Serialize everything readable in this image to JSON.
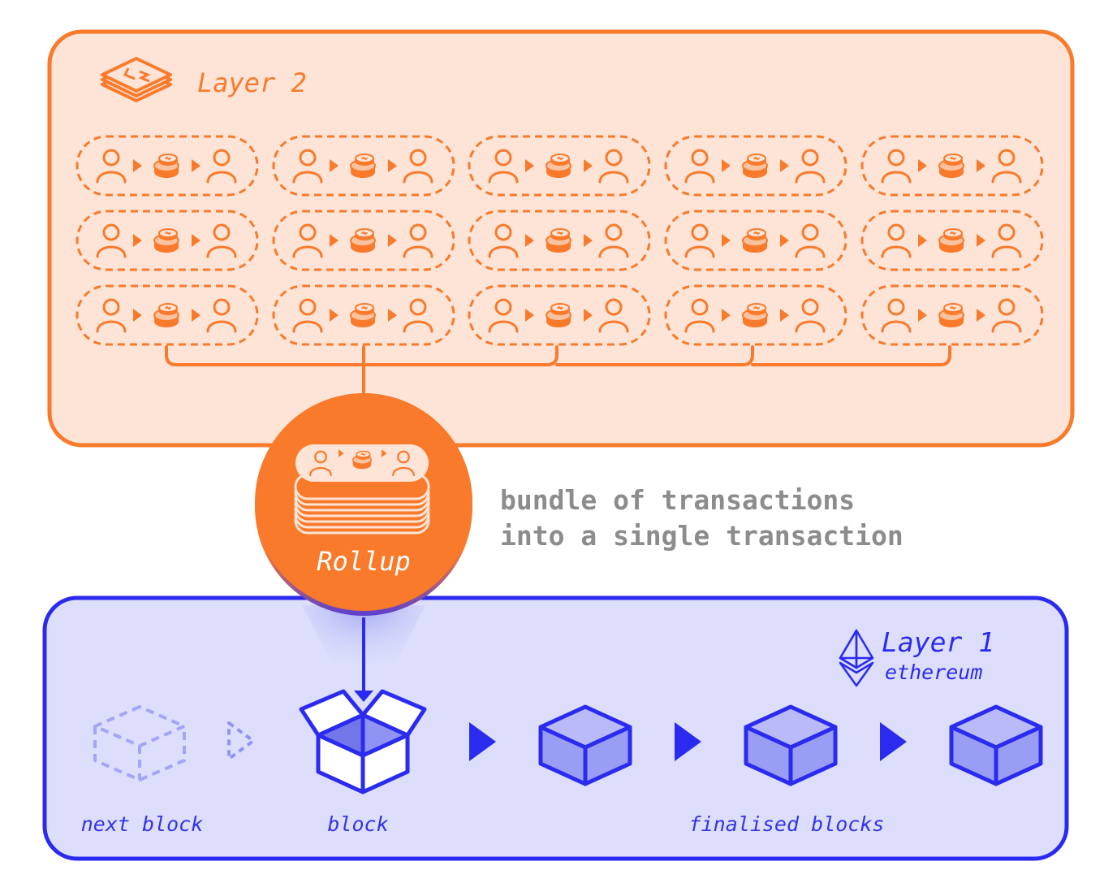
{
  "layer2": {
    "title": "Layer 2",
    "rows": 3,
    "columns": 5,
    "transaction": {
      "from": "user-icon",
      "asset": "coin-stack-icon",
      "to": "user-icon"
    }
  },
  "rollup": {
    "label": "Rollup",
    "description_line1": "bundle of transactions",
    "description_line2": "into a single transaction"
  },
  "layer1": {
    "title": "Layer 1",
    "subtitle": "ethereum",
    "labels": {
      "next_block": "next block",
      "block": "block",
      "finalised_blocks": "finalised blocks"
    },
    "finalised_block_count": 3
  },
  "colors": {
    "orange": "#f97a2b",
    "orange_fill": "#fde4d6",
    "blue": "#2b2bf0",
    "blue_fill": "#dcdefb",
    "cube_fill": "#9a9df4",
    "ghost": "#a2a6f5",
    "grey_text": "#8c8c8c"
  }
}
